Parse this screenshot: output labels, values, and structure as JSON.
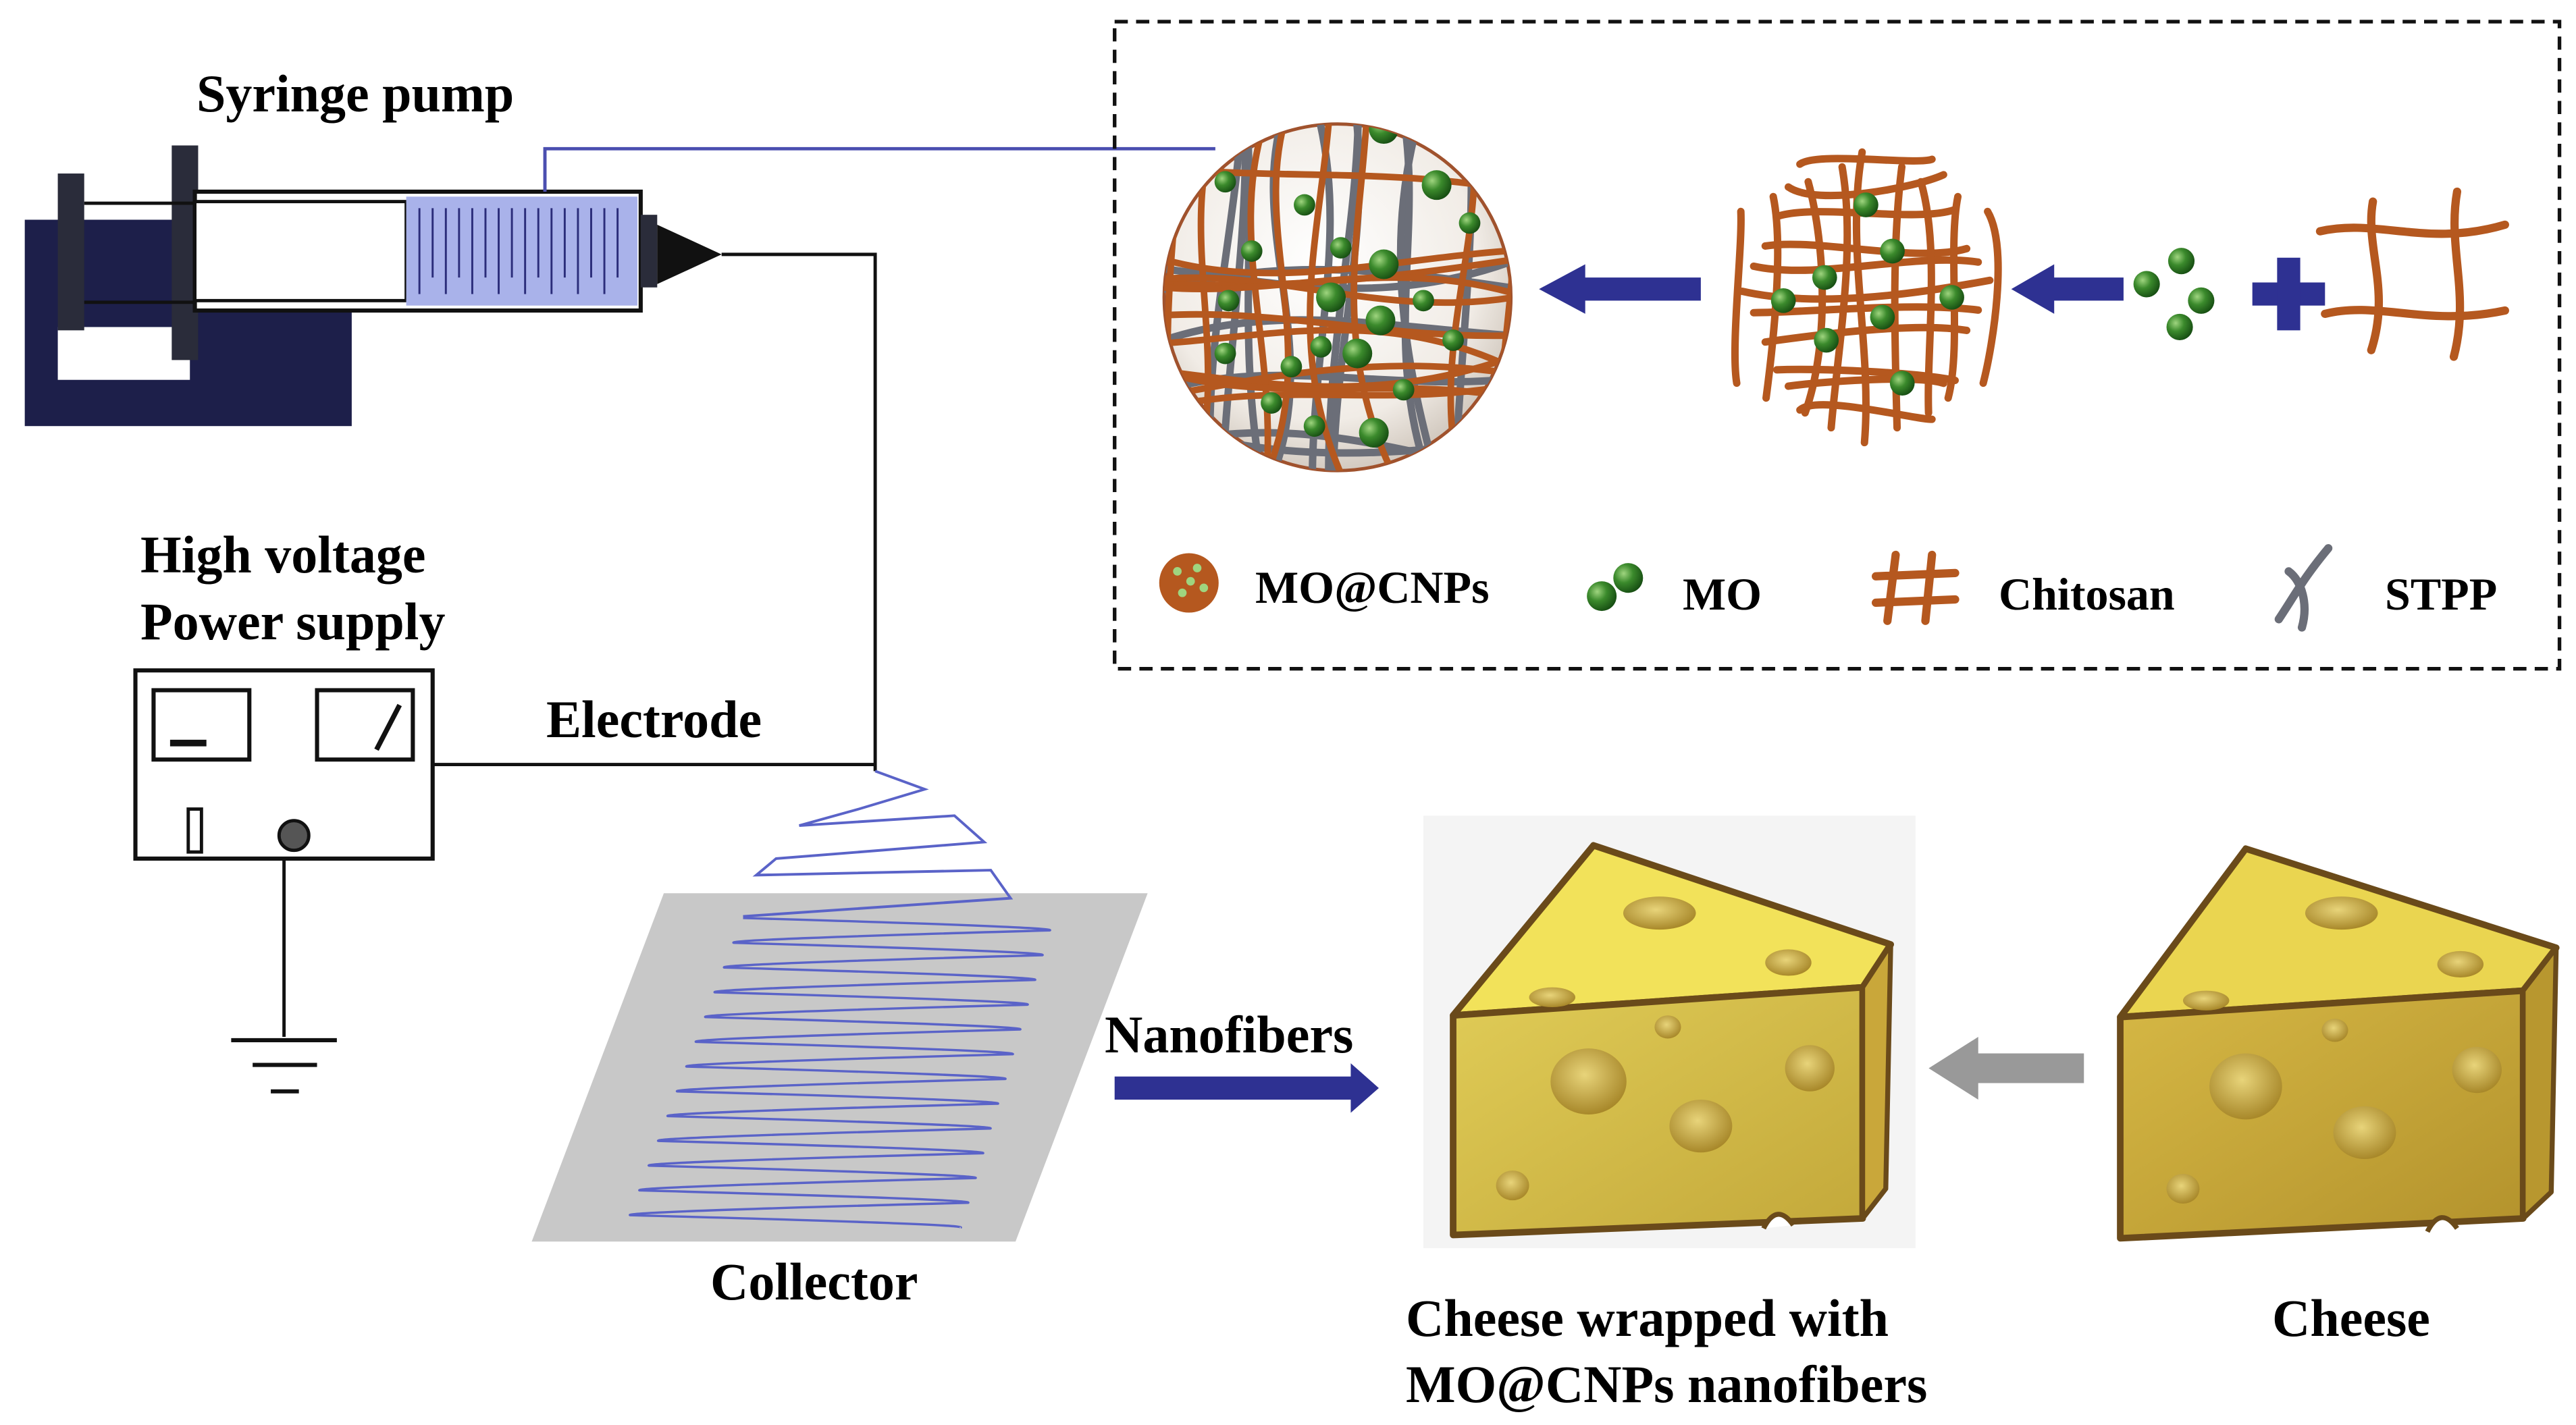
{
  "labels": {
    "syringe_pump": "Syringe pump",
    "high_voltage_line1": "High voltage",
    "high_voltage_line2": "Power supply",
    "electrode": "Electrode",
    "collector": "Collector",
    "nanofibers": "Nanofibers",
    "cheese_wrapped_line1": "Cheese wrapped with",
    "cheese_wrapped_line2": "MO@CNPs nanofibers",
    "cheese": "Cheese"
  },
  "legend": [
    {
      "key": "mocnps",
      "label": "MO@CNPs",
      "icon": "mocnps-particle-icon"
    },
    {
      "key": "mo",
      "label": "MO",
      "icon": "mo-beads-icon"
    },
    {
      "key": "chitosan",
      "label": "Chitosan",
      "icon": "chitosan-mesh-icon"
    },
    {
      "key": "stpp",
      "label": "STPP",
      "icon": "stpp-strand-icon"
    }
  ],
  "colors": {
    "chitosan": "#b5581f",
    "stpp": "#6b6e78",
    "mo_bead": "#2f7a25",
    "process_arrow": "#2e3192",
    "fiber": "#5a63c8",
    "pump_base": "#1d1f4a",
    "syringe_fluid": "#a9b2ea",
    "collector_plate": "#c8c8c8",
    "cheese": "#dcc64a",
    "grey_arrow": "#999999"
  }
}
